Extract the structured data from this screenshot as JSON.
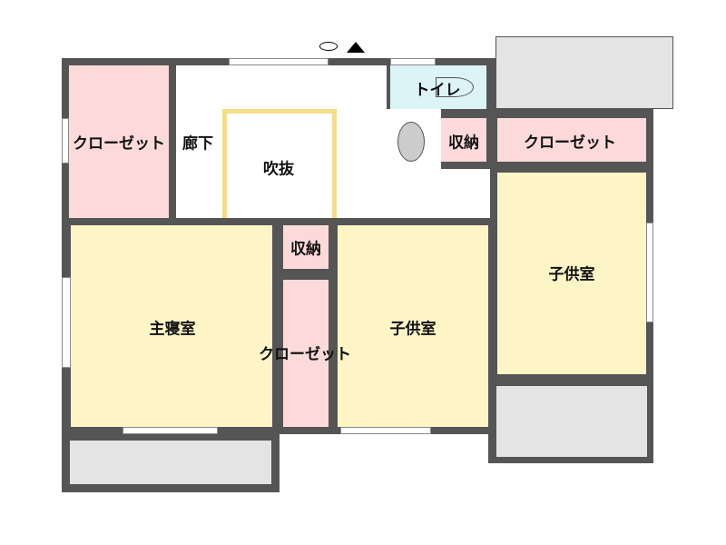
{
  "rooms": {
    "closet_left": "クローゼット",
    "hallway": "廊下",
    "atrium": "吹抜",
    "toilet": "トイレ",
    "storage_top": "収納",
    "closet_right": "クローゼット",
    "child_room_right": "子供室",
    "storage_middle": "収納",
    "master_bedroom": "主寝室",
    "closet_middle": "クローゼット",
    "child_room_middle": "子供室"
  },
  "colors": {
    "wall": "#555555",
    "closet": "#fcdada",
    "room": "#fdf5c6",
    "toilet": "#dcf3f8",
    "balcony": "#e4e4e4"
  }
}
